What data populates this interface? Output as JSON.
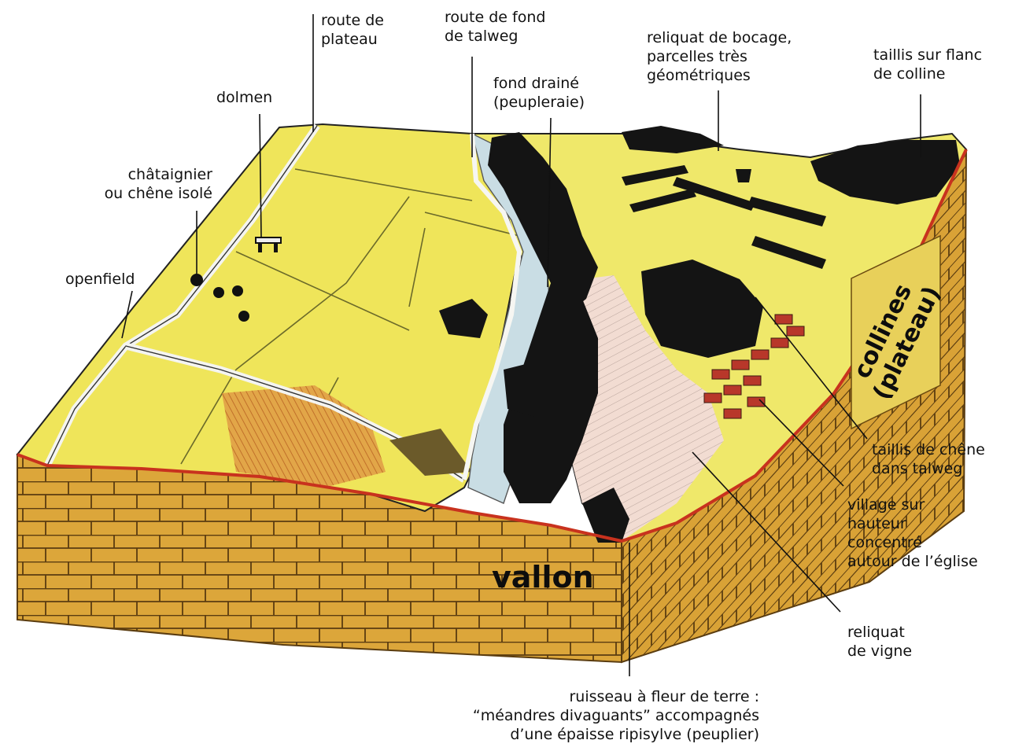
{
  "labels": {
    "route_plateau": "route de\nplateau",
    "route_fond_talweg": "route de fond\nde talweg",
    "fond_draine": "fond drainé\n(peupleraie)",
    "reliquat_bocage": "reliquat de bocage,\nparcelles très\ngéométriques",
    "taillis_flanc": "taillis sur flanc\nde colline",
    "dolmen": "dolmen",
    "chataignier": "châtaignier\nou chêne isolé",
    "openfield": "openfield",
    "taillis_chene": "taillis de chêne\ndans talweg",
    "village": "village sur\nhauteur\nconcentré\nautour de l’église",
    "reliquat_vigne": "reliquat\nde vigne",
    "ruisseau": "ruisseau à fleur de terre :\n“méandres divaguants” accompagnés\nd’une épaisse ripisylve (peuplier)",
    "vallon": "vallon",
    "collines": "collines\n(plateau)"
  },
  "colors": {
    "plateau_yellow": "#efe55a",
    "field_yellow": "#f3ea6a",
    "brick": "#dca63a",
    "brick_line": "#5a3c10",
    "red_band": "#c8321e",
    "water": "#c9dde4",
    "forest": "#141414",
    "vine_pink": "#f2dcd2",
    "orange_field": "#e2a648",
    "collines_panel": "#e8d05a"
  }
}
